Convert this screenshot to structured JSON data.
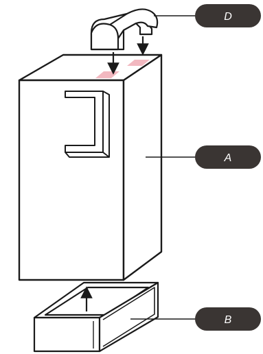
{
  "labels": [
    {
      "id": "D",
      "text": "D"
    },
    {
      "id": "A",
      "text": "A"
    },
    {
      "id": "B",
      "text": "B"
    }
  ],
  "colors": {
    "stroke": "#1a1a1a",
    "label_fill": "#3a3533",
    "label_text": "#ffffff",
    "slot_fill": "#f2b8c0"
  }
}
